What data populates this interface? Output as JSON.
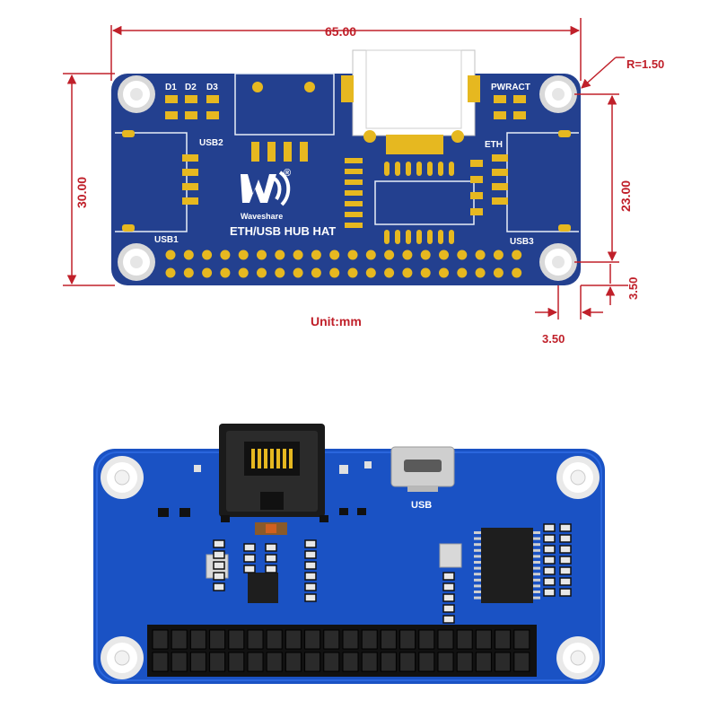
{
  "dimensions": {
    "width": "65.00",
    "height": "30.00",
    "hole_spacing": "23.00",
    "corner_radius": "R=1.50",
    "offset_right": "3.50",
    "offset_bottom": "3.50",
    "unit": "Unit:mm"
  },
  "silkscreen": {
    "d1": "D1",
    "d2": "D2",
    "d3": "D3",
    "pwr_act": "PWRACT",
    "usb1": "USB1",
    "usb2": "USB2",
    "usb3": "USB3",
    "eth": "ETH",
    "brand": "Waveshare",
    "product": "ETH/USB HUB HAT",
    "registered": "®",
    "usb_port": "USB"
  },
  "colors": {
    "dimension": "#c0202a",
    "pcb_top": "#23408f",
    "pcb_photo": "#1a52c4",
    "gold": "#e6b820",
    "hole_white": "#ffffff"
  },
  "icons": {
    "logo": "waveshare-logo-icon"
  }
}
